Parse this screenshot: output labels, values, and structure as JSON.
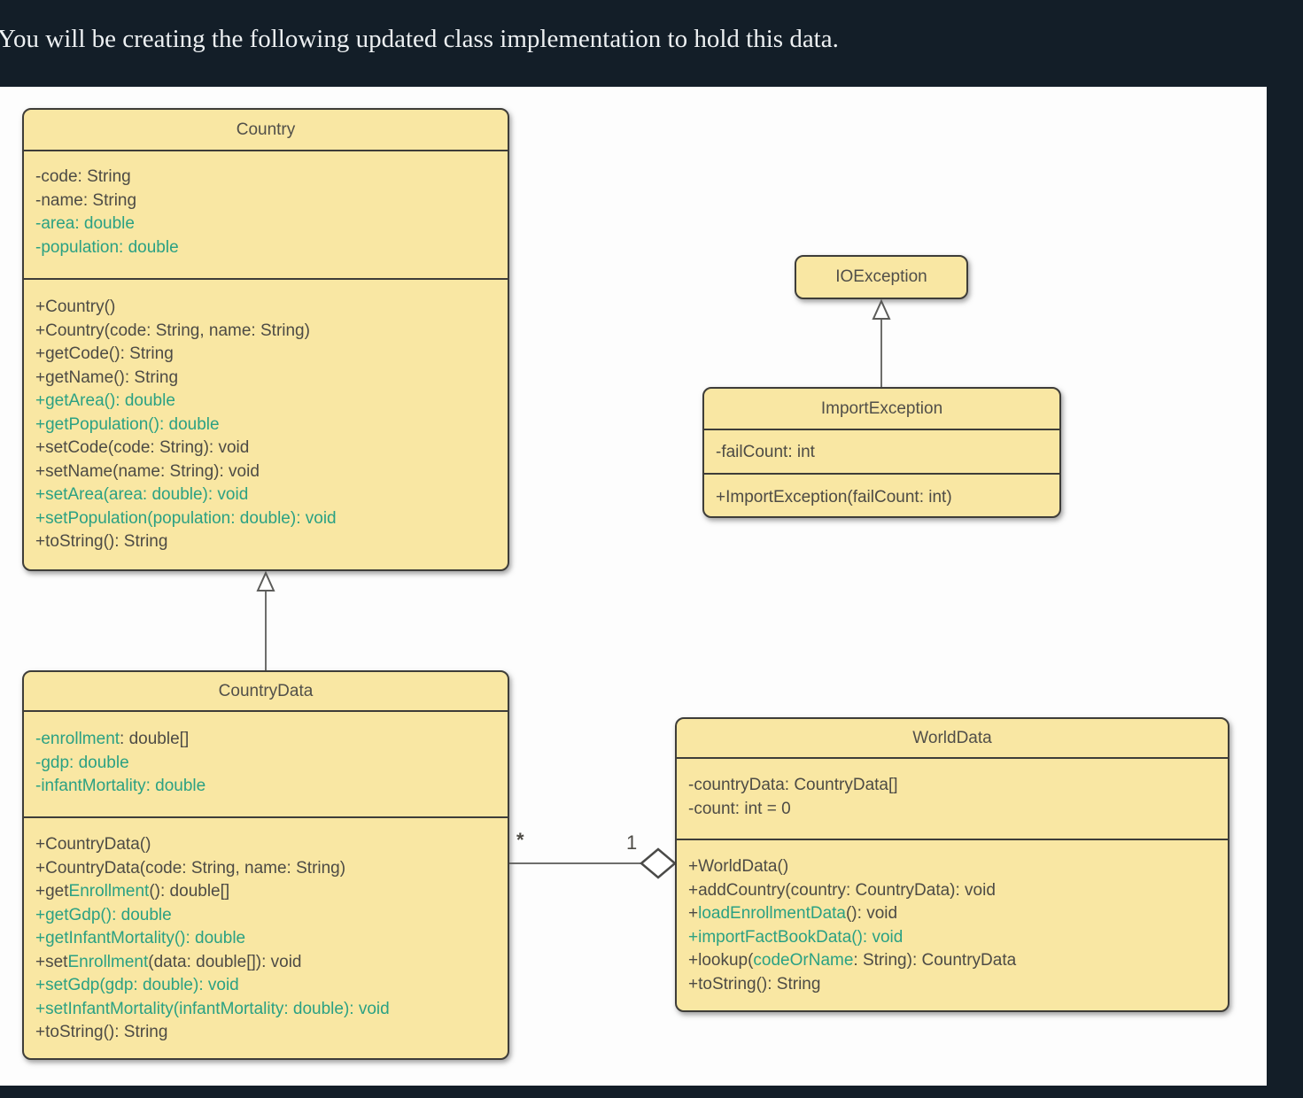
{
  "page": {
    "heading": "You will be creating the following updated class implementation to hold this data."
  },
  "appearance": {
    "background": "#131E28",
    "panel": "#FDFDFD",
    "class_fill": "#F9E7A3",
    "class_border": "#3E3D39",
    "text_dark": "#4D4B45",
    "text_green": "#2BA183",
    "heading_color": "#EDF0F2"
  },
  "classes": [
    {
      "name": "Country",
      "attributes": [
        [
          {
            "t": "-code: String",
            "c": "d"
          }
        ],
        [
          {
            "t": "-name: String",
            "c": "d"
          }
        ],
        [
          {
            "t": "-area: double",
            "c": "g"
          }
        ],
        [
          {
            "t": "-population: double",
            "c": "g"
          }
        ]
      ],
      "methods": [
        [
          {
            "t": "+Country()",
            "c": "d"
          }
        ],
        [
          {
            "t": "+Country(code: String, name: String)",
            "c": "d"
          }
        ],
        [
          {
            "t": "+getCode(): String",
            "c": "d"
          }
        ],
        [
          {
            "t": "+getName(): String",
            "c": "d"
          }
        ],
        [
          {
            "t": "+getArea(): double",
            "c": "g"
          }
        ],
        [
          {
            "t": "+getPopulation(): double",
            "c": "g"
          }
        ],
        [
          {
            "t": "+setCode(code: String): void",
            "c": "d"
          }
        ],
        [
          {
            "t": "+setName(name: String): void",
            "c": "d"
          }
        ],
        [
          {
            "t": "+setArea(area: double): void",
            "c": "g"
          }
        ],
        [
          {
            "t": "+setPopulation(population: double): void",
            "c": "g"
          }
        ],
        [
          {
            "t": "+toString(): String",
            "c": "d"
          }
        ]
      ]
    },
    {
      "name": "IOException",
      "attributes": [],
      "methods": []
    },
    {
      "name": "ImportException",
      "attributes": [
        [
          {
            "t": "-failCount: int",
            "c": "d"
          }
        ]
      ],
      "methods": [
        [
          {
            "t": "+ImportException(failCount: int)",
            "c": "d"
          }
        ]
      ]
    },
    {
      "name": "CountryData",
      "attributes": [
        [
          {
            "t": "-enrollment",
            "c": "g"
          },
          {
            "t": ": double[]",
            "c": "d"
          }
        ],
        [
          {
            "t": "-gdp: double",
            "c": "g"
          }
        ],
        [
          {
            "t": "-infantMortality: double",
            "c": "g"
          }
        ]
      ],
      "methods": [
        [
          {
            "t": "+CountryData()",
            "c": "d"
          }
        ],
        [
          {
            "t": "+CountryData(code: String, name: String)",
            "c": "d"
          }
        ],
        [
          {
            "t": "+get",
            "c": "d"
          },
          {
            "t": "Enrollment",
            "c": "g"
          },
          {
            "t": "(): double[]",
            "c": "d"
          }
        ],
        [
          {
            "t": "+getGdp(): double",
            "c": "g"
          }
        ],
        [
          {
            "t": "+getInfantMortality(): double",
            "c": "g"
          }
        ],
        [
          {
            "t": "+set",
            "c": "d"
          },
          {
            "t": "Enrollment",
            "c": "g"
          },
          {
            "t": "(data: double[]): void",
            "c": "d"
          }
        ],
        [
          {
            "t": "+setGdp(gdp: double): void",
            "c": "g"
          }
        ],
        [
          {
            "t": "+setInfantMortality(infantMortality: double): void",
            "c": "g"
          }
        ],
        [
          {
            "t": "+toString(): String",
            "c": "d"
          }
        ]
      ]
    },
    {
      "name": "WorldData",
      "attributes": [
        [
          {
            "t": "-countryData: CountryData[]",
            "c": "d"
          }
        ],
        [
          {
            "t": "-count: int = 0",
            "c": "d"
          }
        ]
      ],
      "methods": [
        [
          {
            "t": "+WorldData()",
            "c": "d"
          }
        ],
        [
          {
            "t": "+addCountry(country: CountryData): void",
            "c": "d"
          }
        ],
        [
          {
            "t": "+",
            "c": "d"
          },
          {
            "t": "loadEnrollmentData",
            "c": "g"
          },
          {
            "t": "(): void",
            "c": "d"
          }
        ],
        [
          {
            "t": "+importFactBookData(): void",
            "c": "g"
          }
        ],
        [
          {
            "t": "+lookup(",
            "c": "d"
          },
          {
            "t": "codeOrName",
            "c": "g"
          },
          {
            "t": ": String): CountryData",
            "c": "d"
          }
        ],
        [
          {
            "t": "+toString(): String",
            "c": "d"
          }
        ]
      ]
    }
  ],
  "relationships": [
    {
      "type": "inheritance",
      "from": "CountryData",
      "to": "Country"
    },
    {
      "type": "inheritance",
      "from": "ImportException",
      "to": "IOException"
    },
    {
      "type": "aggregation",
      "from": "WorldData",
      "to": "CountryData",
      "from_multiplicity": "1",
      "to_multiplicity": "*"
    }
  ]
}
